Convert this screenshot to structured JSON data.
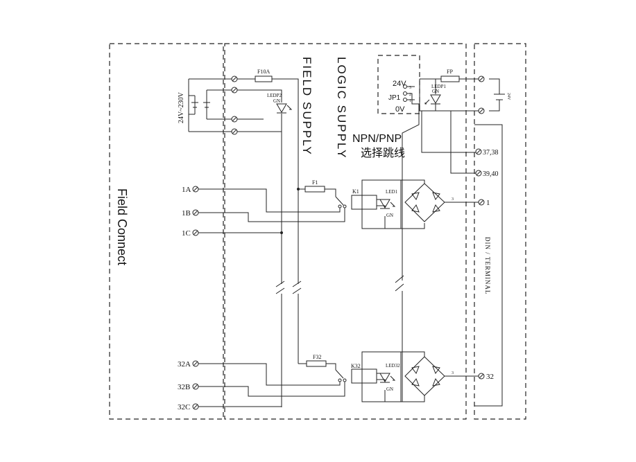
{
  "sections": {
    "field_connect": "Field Connect",
    "field_supply": "FIELD SUPPLY",
    "logic_supply": "LOGIC SUPPLY",
    "din_terminal": "DIN / TERMINAL"
  },
  "supply": {
    "voltage": "24V~230V",
    "fuse": "F10A",
    "led": "LEDP2",
    "led_color": "GN"
  },
  "logic": {
    "v24": "24V",
    "jumper": "JP1",
    "v0": "0V",
    "pin1": "1",
    "pin2": "2",
    "pin3": "3",
    "fuse": "FP",
    "led": "LEDP1",
    "led_color": "GN",
    "battery": "24V",
    "jumper_title": "NPN/PNP",
    "jumper_subtitle": "选择跳线"
  },
  "terminals": {
    "t37": "37,38",
    "t39": "39,40",
    "out1": "1",
    "out32": "32",
    "bridge_pin": "3"
  },
  "channel1": {
    "a": "1A",
    "b": "1B",
    "c": "1C",
    "fuse": "F1",
    "relay": "K1",
    "led": "LED1",
    "led_color": "GN"
  },
  "channel32": {
    "a": "32A",
    "b": "32B",
    "c": "32C",
    "fuse": "F32",
    "relay": "K32",
    "led": "LED32",
    "led_color": "GN"
  }
}
